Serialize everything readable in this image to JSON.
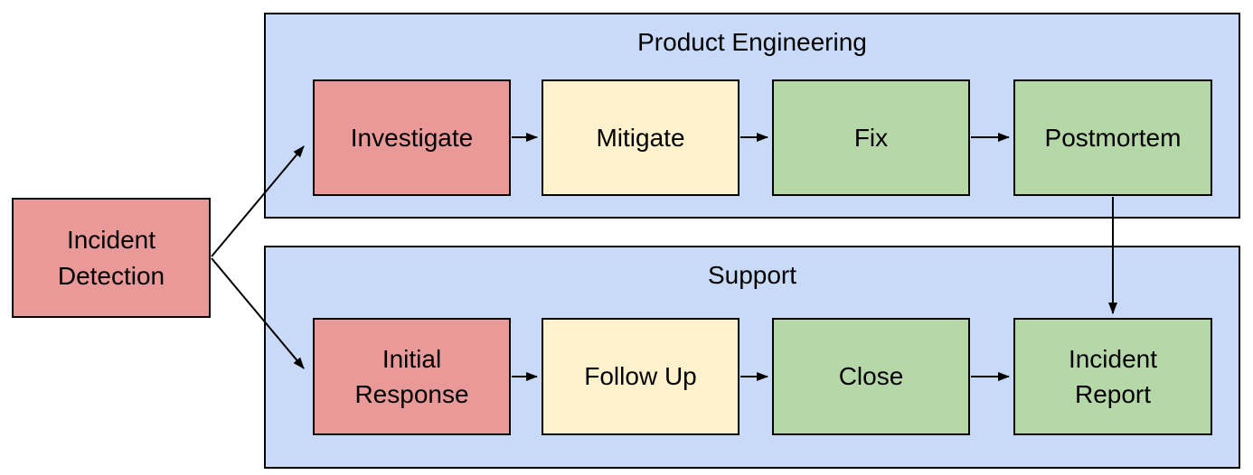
{
  "diagram": {
    "type": "flowchart",
    "groups": [
      {
        "id": "product_engineering",
        "label": "Product Engineering"
      },
      {
        "id": "support",
        "label": "Support"
      }
    ],
    "nodes": [
      {
        "id": "incident_detection",
        "label": "Incident Detection",
        "color": "red",
        "group": null
      },
      {
        "id": "investigate",
        "label": "Investigate",
        "color": "red",
        "group": "product_engineering"
      },
      {
        "id": "mitigate",
        "label": "Mitigate",
        "color": "yellow",
        "group": "product_engineering"
      },
      {
        "id": "fix",
        "label": "Fix",
        "color": "green",
        "group": "product_engineering"
      },
      {
        "id": "postmortem",
        "label": "Postmortem",
        "color": "green",
        "group": "product_engineering"
      },
      {
        "id": "initial_response",
        "label": "Initial Response",
        "color": "red",
        "group": "support"
      },
      {
        "id": "follow_up",
        "label": "Follow Up",
        "color": "yellow",
        "group": "support"
      },
      {
        "id": "close",
        "label": "Close",
        "color": "green",
        "group": "support"
      },
      {
        "id": "incident_report",
        "label": "Incident Report",
        "color": "green",
        "group": "support"
      }
    ],
    "edges": [
      {
        "from": "incident_detection",
        "to": "investigate"
      },
      {
        "from": "incident_detection",
        "to": "initial_response"
      },
      {
        "from": "investigate",
        "to": "mitigate"
      },
      {
        "from": "mitigate",
        "to": "fix"
      },
      {
        "from": "fix",
        "to": "postmortem"
      },
      {
        "from": "postmortem",
        "to": "incident_report"
      },
      {
        "from": "initial_response",
        "to": "follow_up"
      },
      {
        "from": "follow_up",
        "to": "close"
      },
      {
        "from": "close",
        "to": "incident_report"
      }
    ],
    "colors": {
      "red": "#ea9999",
      "yellow": "#fff2cc",
      "green": "#b6d7a8",
      "group_blue": "#c9daf8",
      "border": "#000000",
      "text": "#000000",
      "background": "#ffffff"
    }
  }
}
